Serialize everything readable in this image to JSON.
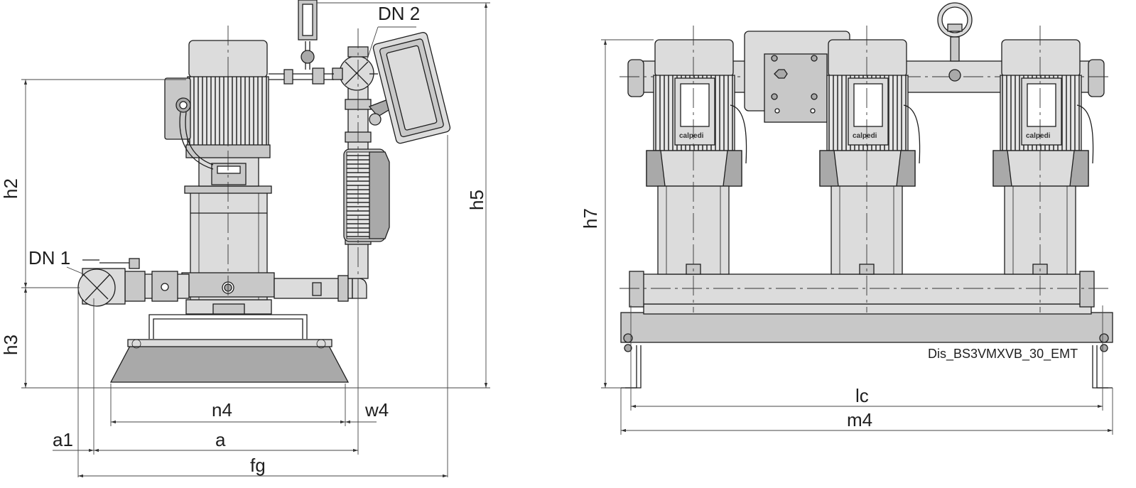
{
  "drawing": {
    "reference": "Dis_BS3VMXVB_30_EMT",
    "brand": "calpedi"
  },
  "labels": {
    "dn1": "DN 1",
    "dn2": "DN 2",
    "h2": "h2",
    "h3": "h3",
    "h5": "h5",
    "h7": "h7",
    "n4": "n4",
    "w4": "w4",
    "a": "a",
    "a1": "a1",
    "fg": "fg",
    "lc": "lc",
    "m4": "m4"
  }
}
